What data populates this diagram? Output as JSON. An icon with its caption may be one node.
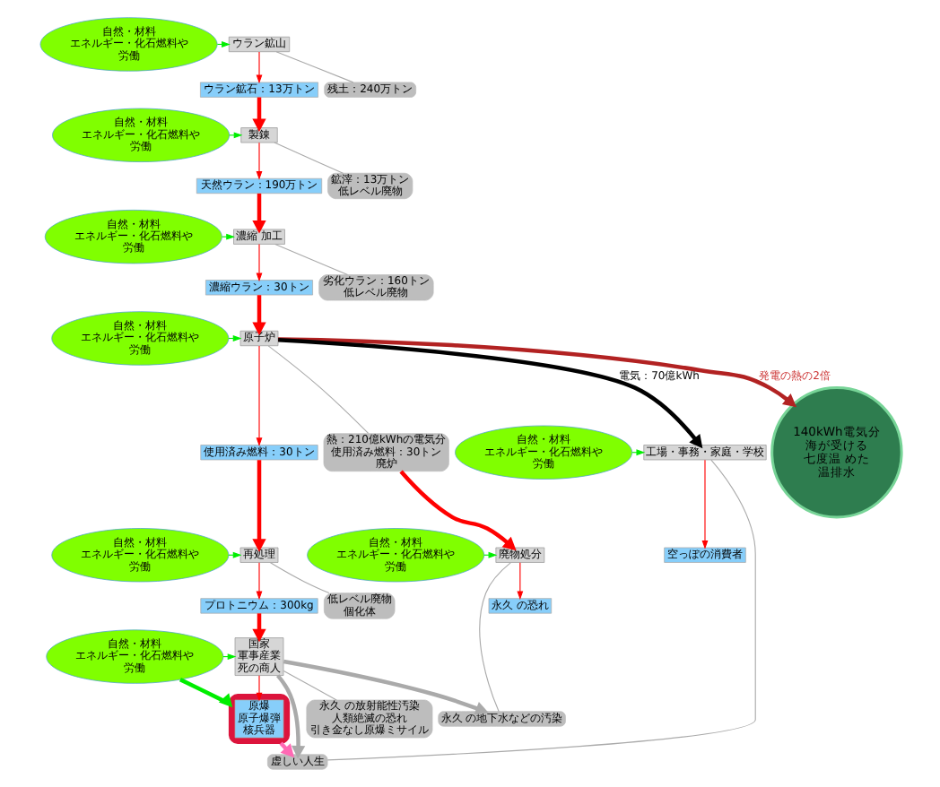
{
  "diagram": {
    "nodes": [
      {
        "text": [
          "自然・材料",
          "エネルギー・化石燃料や",
          "労働"
        ]
      },
      {
        "text": [
          "ウラン鉱山"
        ]
      },
      {
        "text": [
          "ウラン鉱石：13万トン"
        ]
      },
      {
        "text": [
          "残土：240万トン"
        ]
      },
      {
        "text": [
          "自然・材料",
          "エネルギー・化石燃料や",
          "労働"
        ]
      },
      {
        "text": [
          "製錬"
        ]
      },
      {
        "text": [
          "天然ウラン：190万トン"
        ]
      },
      {
        "text": [
          "鉱滓：13万トン",
          "低レベル廃物"
        ]
      },
      {
        "text": [
          "自然・材料",
          "エネルギー・化石燃料や",
          "労働"
        ]
      },
      {
        "text": [
          "濃縮 加工"
        ]
      },
      {
        "text": [
          "濃縮ウラン：30トン"
        ]
      },
      {
        "text": [
          "劣化ウラン：160トン",
          "低レベル廃物"
        ]
      },
      {
        "text": [
          "自然・材料",
          "エネルギー・化石燃料や",
          "労働"
        ]
      },
      {
        "text": [
          "原子炉"
        ]
      },
      {
        "text": [
          "使用済み燃料：30トン"
        ]
      },
      {
        "text": [
          "熱：210億kWhの電気分",
          "使用済み燃料：30トン",
          "廃炉"
        ]
      },
      {
        "text": [
          "自然・材料",
          "エネルギー・化石燃料や",
          "労働"
        ]
      },
      {
        "text": [
          "再処理"
        ]
      },
      {
        "text": [
          "プロトニウム：300kg"
        ]
      },
      {
        "text": [
          "低レベル廃物",
          "個化体"
        ]
      },
      {
        "text": [
          "自然・材料",
          "エネルギー・化石燃料や",
          "労働"
        ]
      },
      {
        "text": [
          "国家",
          "軍事産業",
          "死の商人"
        ]
      },
      {
        "text": [],
        "shape": "cloud"
      },
      {
        "text": [
          "原爆",
          "原子爆弾",
          "核兵器"
        ],
        "in": 22
      },
      {
        "text": [
          "永久 の放射能性汚染",
          "人類絶滅の恐れ",
          "引き金なし原爆ミサイル"
        ]
      },
      {
        "text": [
          "140kWh電気分",
          "海が受ける",
          "七度温 めた",
          "温排水"
        ]
      },
      {
        "text": [
          "自然・材料",
          "エネルギー・化石燃料や",
          "労働"
        ]
      },
      {
        "text": [
          "工場・事務・家庭・学校"
        ]
      },
      {
        "text": [
          "空っぽの消費者"
        ]
      },
      {
        "text": [
          "自然・材料",
          "エネルギー・化石燃料や",
          "労働"
        ]
      },
      {
        "text": [
          "廃物処分"
        ]
      },
      {
        "text": [
          "永久 の恐れ"
        ]
      },
      {
        "text": [
          "虚しい人生"
        ]
      },
      {
        "text": [
          "永久 の地下水などの汚染"
        ]
      }
    ],
    "edges": [
      {
        "from": 0,
        "to": 1,
        "arrow": "to",
        "color": "#00ee00"
      },
      {
        "from": 1,
        "to": 2,
        "arrow": "to"
      },
      {
        "from": 1,
        "to": 3,
        "arrow": "none",
        "color": "#aaaaaa"
      },
      {
        "from": 2,
        "to": 5,
        "arrow": "to",
        "style": "thick"
      },
      {
        "from": 4,
        "to": 5,
        "arrow": "to",
        "color": "#00ee00"
      },
      {
        "from": 5,
        "to": 6,
        "arrow": "to"
      },
      {
        "from": 5,
        "to": 7,
        "arrow": "none",
        "color": "#aaaaaa"
      },
      {
        "from": 6,
        "to": 9,
        "arrow": "to",
        "style": "thick"
      },
      {
        "from": 8,
        "to": 9,
        "arrow": "to",
        "color": "#00ee00"
      },
      {
        "from": 9,
        "to": 10,
        "arrow": "to"
      },
      {
        "from": 9,
        "to": 11,
        "arrow": "none",
        "color": "#aaaaaa"
      },
      {
        "from": 10,
        "to": 13,
        "arrow": "to",
        "style": "thick"
      },
      {
        "from": 12,
        "to": 13,
        "arrow": "to",
        "color": "#00ee00"
      },
      {
        "from": 13,
        "to": 14,
        "arrow": "to"
      },
      {
        "from": 13,
        "to": 15,
        "arrow": "none",
        "color": "#aaaaaa"
      },
      {
        "from": 13,
        "to": 25,
        "arrow": "to",
        "label": "発電の熱の2倍",
        "style": "thick",
        "color": "#b22222"
      },
      {
        "from": 13,
        "to": 27,
        "arrow": "to",
        "label": "電気：70億kWh",
        "style": "thick",
        "color": "#000000"
      },
      {
        "from": 14,
        "to": 17,
        "arrow": "to",
        "style": "thick"
      },
      {
        "from": 15,
        "to": 30,
        "arrow": "to",
        "style": "thick"
      },
      {
        "from": 16,
        "to": 17,
        "arrow": "to",
        "color": "#00ee00"
      },
      {
        "from": 17,
        "to": 18,
        "arrow": "to"
      },
      {
        "from": 17,
        "to": 19,
        "arrow": "none",
        "color": "#aaaaaa"
      },
      {
        "from": 18,
        "to": 21,
        "arrow": "to",
        "style": "thick"
      },
      {
        "from": 20,
        "to": 21,
        "arrow": "to",
        "color": "#00ee00"
      },
      {
        "from": 20,
        "to": 22,
        "arrow": "to",
        "style": "thick",
        "color": "#00ee00"
      },
      {
        "from": 21,
        "to": 23,
        "arrow": "to"
      },
      {
        "from": 21,
        "to": 24,
        "arrow": "none",
        "color": "#aaaaaa"
      },
      {
        "from": 21,
        "to": 32,
        "arrow": "to",
        "style": "thick",
        "color": "#aaaaaa"
      },
      {
        "from": 21,
        "to": 33,
        "arrow": "to",
        "style": "thick",
        "color": "#aaaaaa"
      },
      {
        "from": 22,
        "to": 32,
        "arrow": "to",
        "style": "thick",
        "color": "#ff69b4"
      },
      {
        "from": 26,
        "to": 27,
        "arrow": "to",
        "color": "#00ee00"
      },
      {
        "from": 27,
        "to": 28,
        "arrow": "to"
      },
      {
        "from": 27,
        "to": 32,
        "arrow": "none",
        "color": "#aaaaaa"
      },
      {
        "from": 29,
        "to": 30,
        "arrow": "to",
        "color": "#00ee00"
      },
      {
        "from": 30,
        "to": 31,
        "arrow": "to"
      },
      {
        "from": 30,
        "to": 33,
        "arrow": "none",
        "color": "#aaaaaa"
      }
    ]
  }
}
